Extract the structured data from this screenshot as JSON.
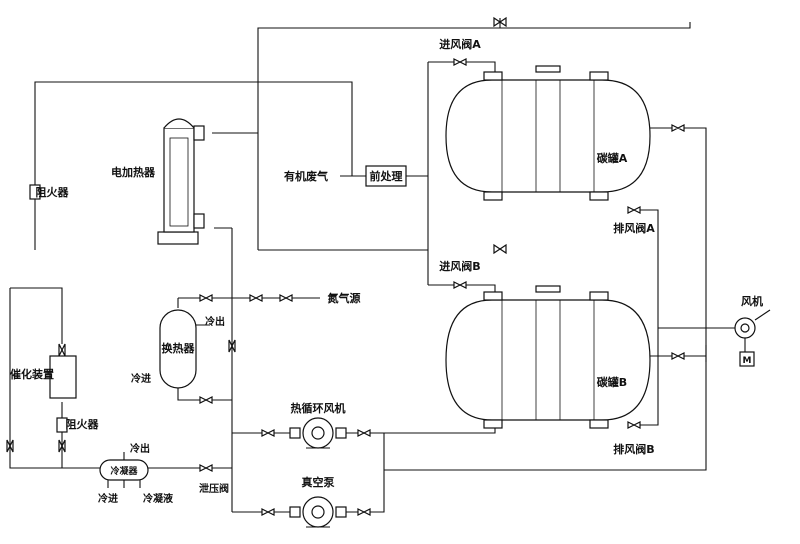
{
  "labels": {
    "organic_gas": "有机废气",
    "pretreat": "前处理",
    "inlet_valve_a": "进风阀A",
    "inlet_valve_b": "进风阀B",
    "tank_a": "碳罐A",
    "tank_b": "碳罐B",
    "exhaust_valve_a": "排风阀A",
    "exhaust_valve_b": "排风阀B",
    "fan": "风机",
    "motor": "M",
    "electric_heater": "电加热器",
    "flame_arrester_1": "阻火器",
    "flame_arrester_2": "阻火器",
    "catalytic_device": "催化装置",
    "heat_exchanger": "换热器",
    "cold_out_1": "冷出",
    "cold_in_1": "冷进",
    "nitrogen": "氮气源",
    "hot_fan": "热循环风机",
    "vacuum_pump": "真空泵",
    "condenser": "冷凝器",
    "cold_out_2": "冷出",
    "cold_in_2": "冷进",
    "condensate": "冷凝液",
    "relief_valve": "泄压阀"
  }
}
